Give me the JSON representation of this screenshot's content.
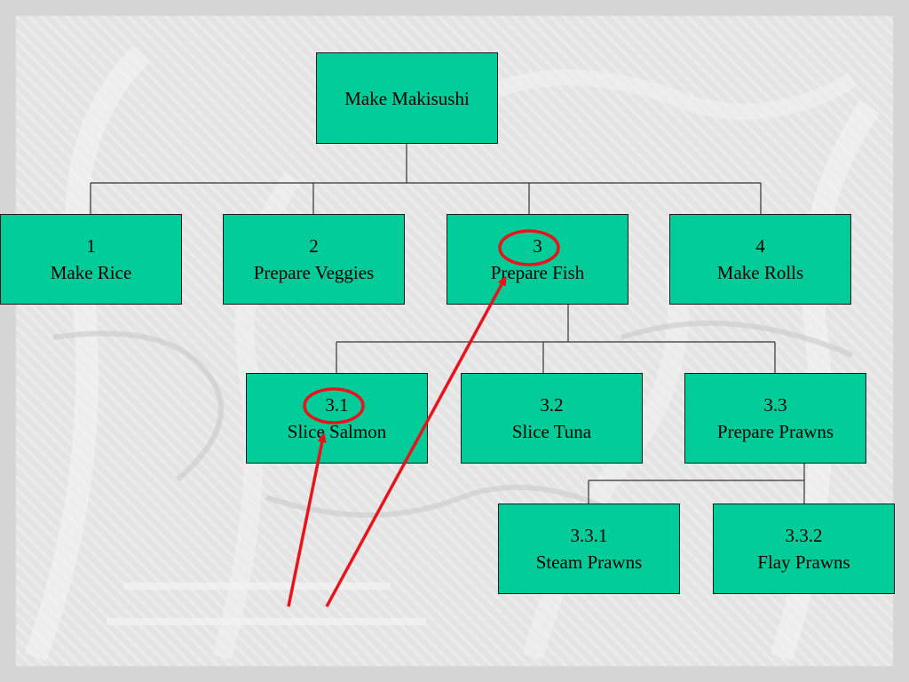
{
  "diagram": {
    "root": {
      "label": "Make Makisushi"
    },
    "level1": [
      {
        "id": "1",
        "label": "Make Rice"
      },
      {
        "id": "2",
        "label": "Prepare Veggies"
      },
      {
        "id": "3",
        "label": "Prepare Fish"
      },
      {
        "id": "4",
        "label": "Make Rolls"
      }
    ],
    "level2": [
      {
        "id": "3.1",
        "label": "Slice Salmon"
      },
      {
        "id": "3.2",
        "label": "Slice Tuna"
      },
      {
        "id": "3.3",
        "label": "Prepare Prawns"
      }
    ],
    "level3": [
      {
        "id": "3.3.1",
        "label": "Steam Prawns"
      },
      {
        "id": "3.3.2",
        "label": "Flay Prawns"
      }
    ]
  },
  "colors": {
    "node_fill": "#00cc99",
    "node_border": "#1a1a1a",
    "connector": "#333333",
    "annotation": "#e8141c",
    "background": "#d9d9d9"
  }
}
